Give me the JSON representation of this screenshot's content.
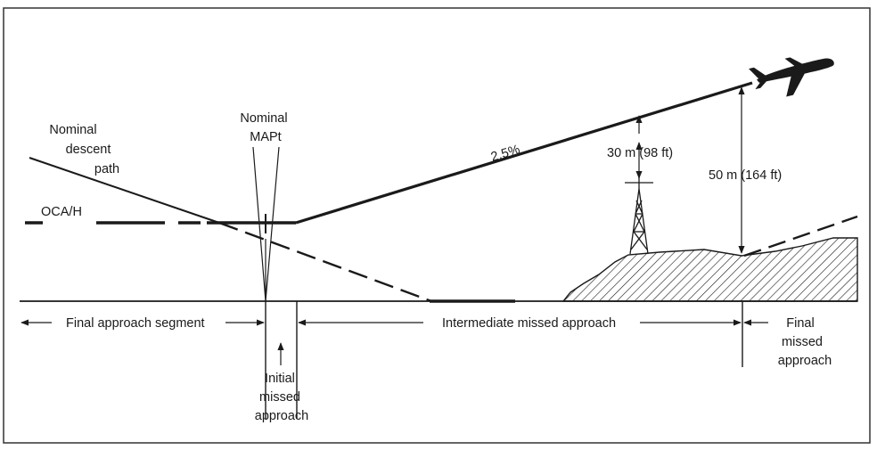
{
  "labels": {
    "nominal_descent_path": [
      "Nominal",
      "descent",
      "path"
    ],
    "nominal_mapt": [
      "Nominal",
      "MAPt"
    ],
    "oca_h": "OCA/H",
    "gradient": "2.5%",
    "clearance_30m": "30 m (98 ft)",
    "clearance_50m": "50 m (164 ft)",
    "final_approach_segment": "Final approach segment",
    "initial_missed_approach": [
      "Initial",
      "missed",
      "approach"
    ],
    "intermediate_missed_approach": "Intermediate missed approach",
    "final_missed_approach": [
      "Final",
      "missed",
      "approach"
    ]
  },
  "colors": {
    "line": "#1a1a1a",
    "frame": "#333333",
    "background": "#ffffff"
  },
  "icons": [
    "airplane-icon",
    "antenna-tower-icon",
    "terrain-hatch"
  ]
}
